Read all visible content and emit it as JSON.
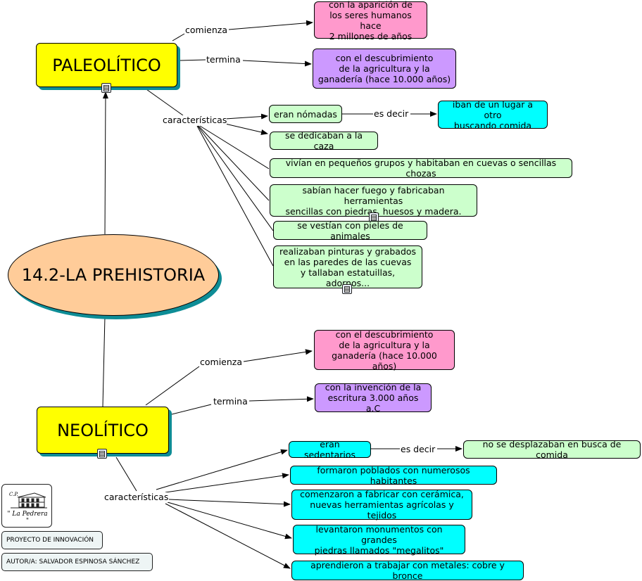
{
  "center": "14.2-LA PREHISTORIA",
  "paleolitico": {
    "title": "PALEOLÍTICO",
    "comienza_label": "comienza",
    "comienza": "con la aparición de\nlos seres humanos hace\n2 millones de años",
    "termina_label": "termina",
    "termina": "con el descubrimiento\nde la agricultura y la\nganadería (hace 10.000 años)",
    "caracteristicas_label": "características",
    "items": [
      "eran nómadas",
      "se dedicaban a la caza",
      "vivían en pequeños grupos y habitaban en cuevas o sencillas chozas",
      "sabían hacer fuego y fabricaban herramientas\nsencillas con piedras, huesos y madera.",
      "se vestían con pieles de animales",
      "realizaban pinturas y grabados\nen las paredes de las cuevas\ny tallaban estatuillas, adornos..."
    ],
    "es_decir_label": "es decir",
    "es_decir": "iban de un lugar a otro\nbuscando comida"
  },
  "neolitico": {
    "title": "NEOLÍTICO",
    "comienza_label": "comienza",
    "comienza": "con el descubrimiento\nde la agricultura y la\nganadería (hace 10.000 años)",
    "termina_label": "termina",
    "termina": "con la invención de la\nescritura 3.000 años a.C",
    "caracteristicas_label": "características",
    "items": [
      "eran sedentarios",
      "formaron poblados con numerosos habitantes",
      "comenzaron a fabricar con cerámica,\nnuevas herramientas agrícolas y tejidos",
      "levantaron monumentos con grandes\npiedras llamados \"megalitos\"",
      "aprendieron a trabajar con metales: cobre y bronce"
    ],
    "es_decir_label": "es decir",
    "es_decir": "no se desplazaban en busca de comida"
  },
  "footer": {
    "logo_small": "C.P.",
    "logo_name": "\" La Pedrera \"",
    "project": "PROYECTO DE INNOVACIÓN",
    "author": "AUTOR/A: SALVADOR ESPINOSA SÁNCHEZ"
  },
  "colors": {
    "main": "#ffff00",
    "center": "#ffcc99",
    "pink": "#ff99cc",
    "purple": "#cc99ff",
    "green": "#ccffcc",
    "cyan": "#00ffff",
    "shadow": "#0e8d96"
  },
  "icons": [
    "document-icon"
  ]
}
